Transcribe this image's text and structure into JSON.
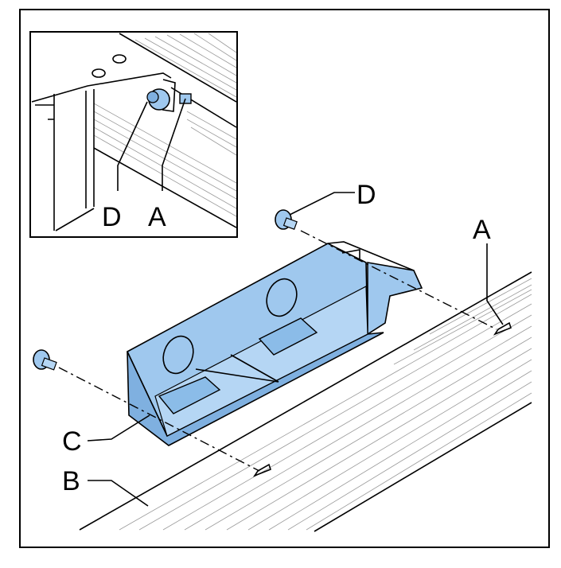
{
  "labels": {
    "A": "A",
    "B": "B",
    "C": "C",
    "D": "D"
  },
  "inset_labels": {
    "D": "D",
    "A": "A"
  },
  "colors": {
    "part_fill": "#9fc8ee",
    "part_fill_dark": "#7fb0e0",
    "line": "#000000",
    "hatch": "#9a9a9a"
  },
  "icons": [
    "screw-icon",
    "screw-icon"
  ]
}
